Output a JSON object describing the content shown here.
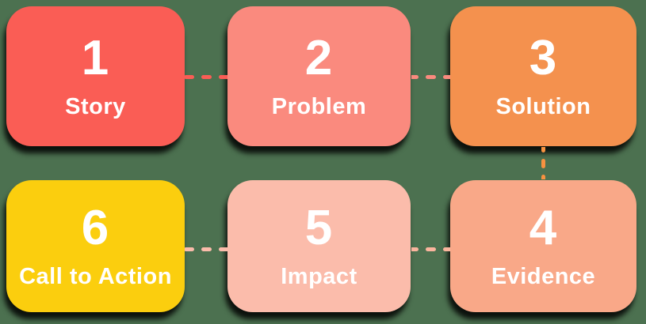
{
  "background_color": "#4C7150",
  "text_color": "#FFFFFF",
  "cards": [
    {
      "number": "1",
      "label": "Story",
      "color": "#FA5D55"
    },
    {
      "number": "2",
      "label": "Problem",
      "color": "#FA8A7E"
    },
    {
      "number": "3",
      "label": "Solution",
      "color": "#F4914E"
    },
    {
      "number": "4",
      "label": "Evidence",
      "color": "#F9A888"
    },
    {
      "number": "5",
      "label": "Impact",
      "color": "#FBBCAB"
    },
    {
      "number": "6",
      "label": "Call to Action",
      "color": "#FBCE0E"
    }
  ],
  "connectors": [
    {
      "from": "1",
      "to": "2",
      "orientation": "horizontal",
      "color": "#FA5D55"
    },
    {
      "from": "2",
      "to": "3",
      "orientation": "horizontal",
      "color": "#FA8A7E"
    },
    {
      "from": "3",
      "to": "4",
      "orientation": "vertical",
      "color": "#F79240"
    },
    {
      "from": "4",
      "to": "5",
      "orientation": "horizontal",
      "color": "#FBB59E"
    },
    {
      "from": "5",
      "to": "6",
      "orientation": "horizontal",
      "color": "#FBBCAB"
    }
  ]
}
